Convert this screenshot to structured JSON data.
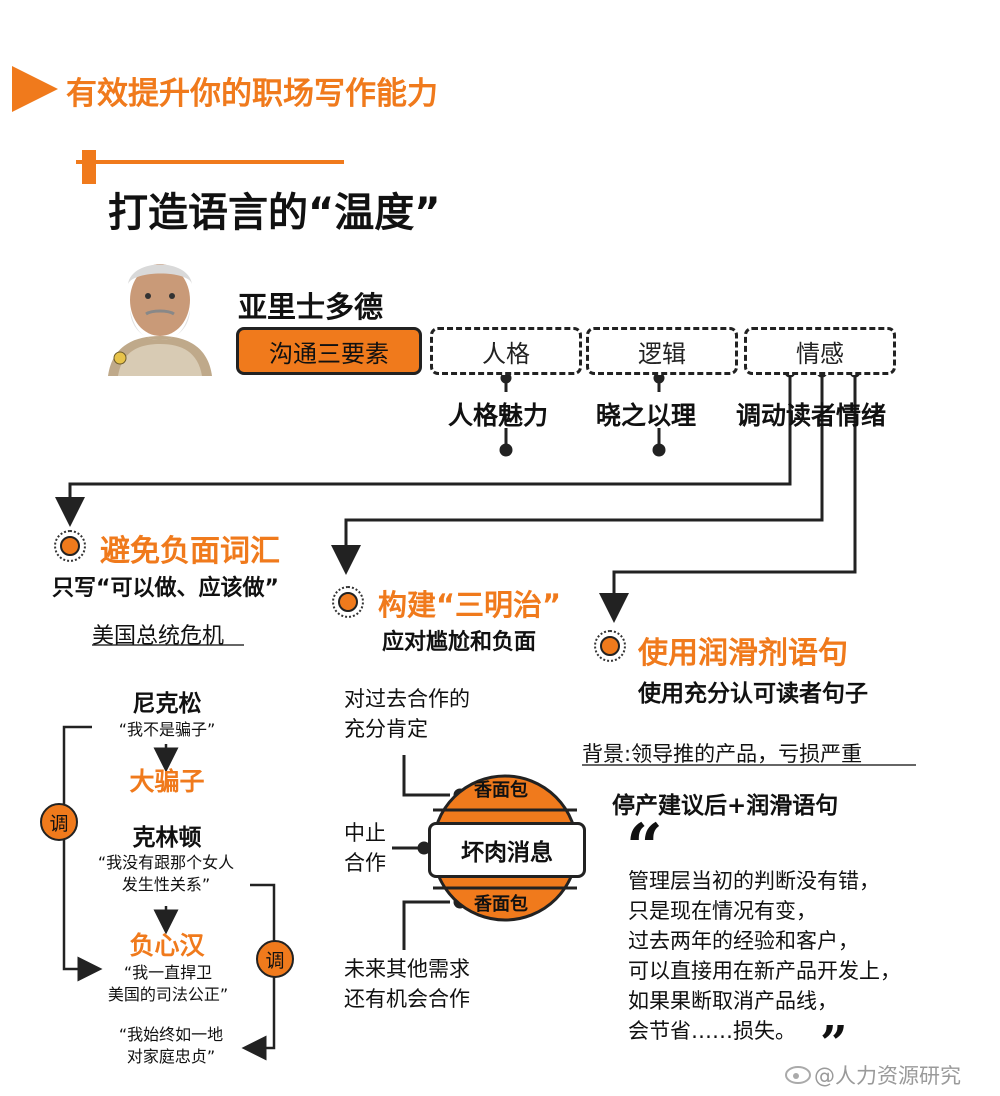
{
  "header": {
    "series_title": "有效提升你的职场写作能力",
    "section_title": "打造语言的“温度”"
  },
  "aristotle": {
    "name": "亚里士多德",
    "three_elements": "沟通三要素",
    "elements": [
      {
        "label": "人格",
        "caption": "人格魅力"
      },
      {
        "label": "逻辑",
        "caption": "晓之以理"
      },
      {
        "label": "情感",
        "caption": "调动读者情绪"
      }
    ]
  },
  "tip1": {
    "title": "避免负面词汇",
    "subtitle": "只写“可以做、应该做”",
    "case_title": "美国总统危机",
    "nixon_name": "尼克松",
    "nixon_quote": "“我不是骗子”",
    "nixon_result": "大骗子",
    "clinton_name": "克林顿",
    "clinton_quote_line1": "“我没有跟那个女人",
    "clinton_quote_line2": "发生性关系”",
    "clinton_result": "负心汉",
    "alt_quote1_line1": "“我一直捍卫",
    "alt_quote1_line2": "美国的司法公正”",
    "alt_quote2_line1": "“我始终如一地",
    "alt_quote2_line2": "对家庭忠贞”",
    "tiao_label": "调"
  },
  "tip2": {
    "title": "构建“三明治”",
    "subtitle": "应对尴尬和负面",
    "top_text_line1": "对过去合作的",
    "top_text_line2": "充分肯定",
    "mid_text_line1": "中止",
    "mid_text_line2": "合作",
    "bottom_text_line1": "未来其他需求",
    "bottom_text_line2": "还有机会合作",
    "bread_label": "香面包",
    "meat_label": "坏肉消息"
  },
  "tip3": {
    "title": "使用润滑剂语句",
    "subtitle": "使用充分认可读者句子",
    "background": "背景:领导推的产品，亏损严重",
    "heading": "停产建议后+润滑语句",
    "open_quote": "“",
    "close_quote": "”",
    "quote_lines": [
      "管理层当初的判断没有错，",
      "只是现在情况有变，",
      "过去两年的经验和客户，",
      "可以直接用在新产品开发上，",
      "如果果断取消产品线，",
      "会节省……损失。"
    ]
  },
  "watermark": "@人力资源研究",
  "colors": {
    "accent": "#f07a1c",
    "ink": "#111111"
  }
}
